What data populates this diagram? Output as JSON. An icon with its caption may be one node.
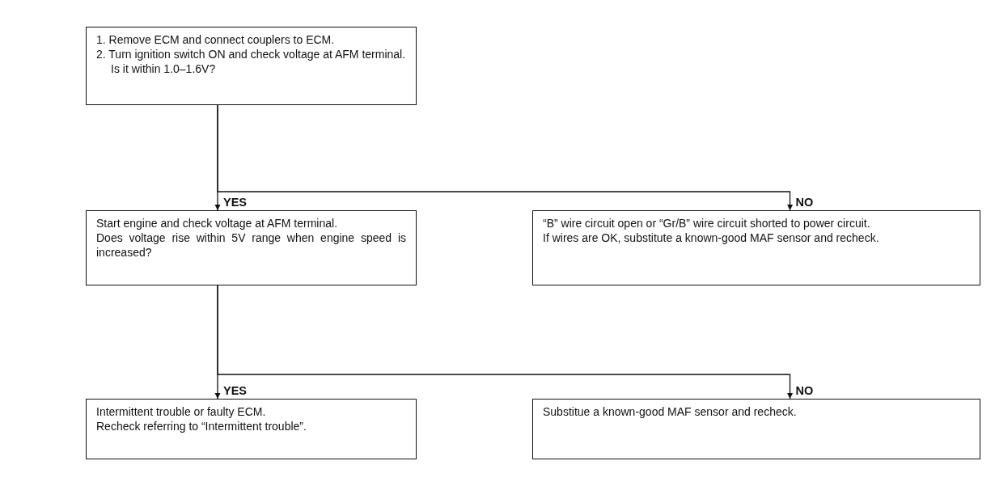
{
  "diagram": {
    "nodes": [
      {
        "text": [
          "1. Remove ECM and connect couplers to ECM.",
          "2. Turn ignition switch ON and check voltage at AFM terminal.",
          "Is it within 1.0–1.6V?"
        ]
      },
      {
        "text": [
          "Start engine and check voltage at AFM terminal.",
          "Does voltage rise within 5V range when engine speed is increased?"
        ]
      },
      {
        "text": [
          "“B” wire circuit open or “Gr/B” wire circuit shorted to power circuit.",
          "If wires are OK, substitute a known-good MAF sensor and recheck."
        ]
      },
      {
        "text": [
          "Intermittent trouble or faulty ECM.",
          "Recheck referring to “Intermittent trouble”."
        ]
      },
      {
        "text": [
          "Substitue a known-good MAF sensor and recheck."
        ]
      }
    ],
    "edges": [
      {
        "from": 0,
        "to": 1,
        "arrow": "to",
        "label": "YES"
      },
      {
        "from": 0,
        "to": 2,
        "arrow": "to",
        "label": "NO"
      },
      {
        "from": 1,
        "to": 3,
        "arrow": "to",
        "label": "YES"
      },
      {
        "from": 1,
        "to": 4,
        "arrow": "to",
        "label": "NO"
      }
    ]
  }
}
